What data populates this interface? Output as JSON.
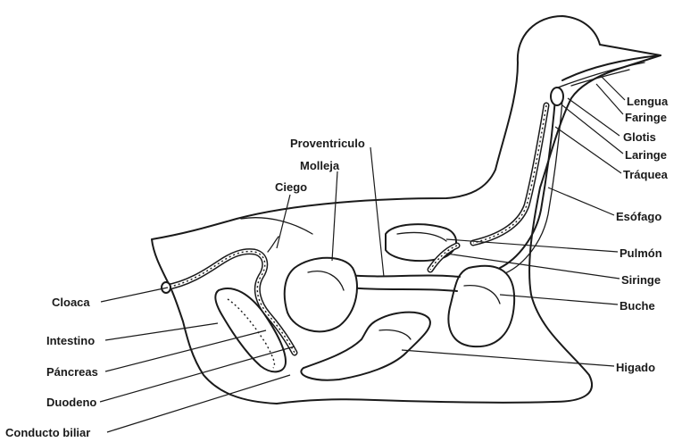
{
  "labels": {
    "lengua": "Lengua",
    "faringe": "Faringe",
    "glotis": "Glotis",
    "laringe": "Laringe",
    "traquea": "Tráquea",
    "esofago": "Esófago",
    "pulmon": "Pulmón",
    "siringe": "Siringe",
    "buche": "Buche",
    "higado": "Higado",
    "proventriculo": "Proventriculo",
    "molleja": "Molleja",
    "ciego": "Ciego",
    "cloaca": "Cloaca",
    "intestino": "Intestino",
    "pancreas": "Páncreas",
    "duodeno": "Duodeno",
    "conducto_biliar": "Conducto biliar"
  }
}
